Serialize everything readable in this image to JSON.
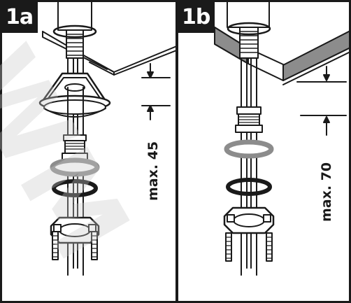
{
  "panels": [
    {
      "tag": "1a",
      "dimension": "max. 45"
    },
    {
      "tag": "1b",
      "dimension": "max. 70"
    }
  ],
  "watermark": "WM",
  "colors": {
    "line": "#1a1a1a",
    "gray": "#8c8c8c",
    "fill": "#ffffff"
  }
}
